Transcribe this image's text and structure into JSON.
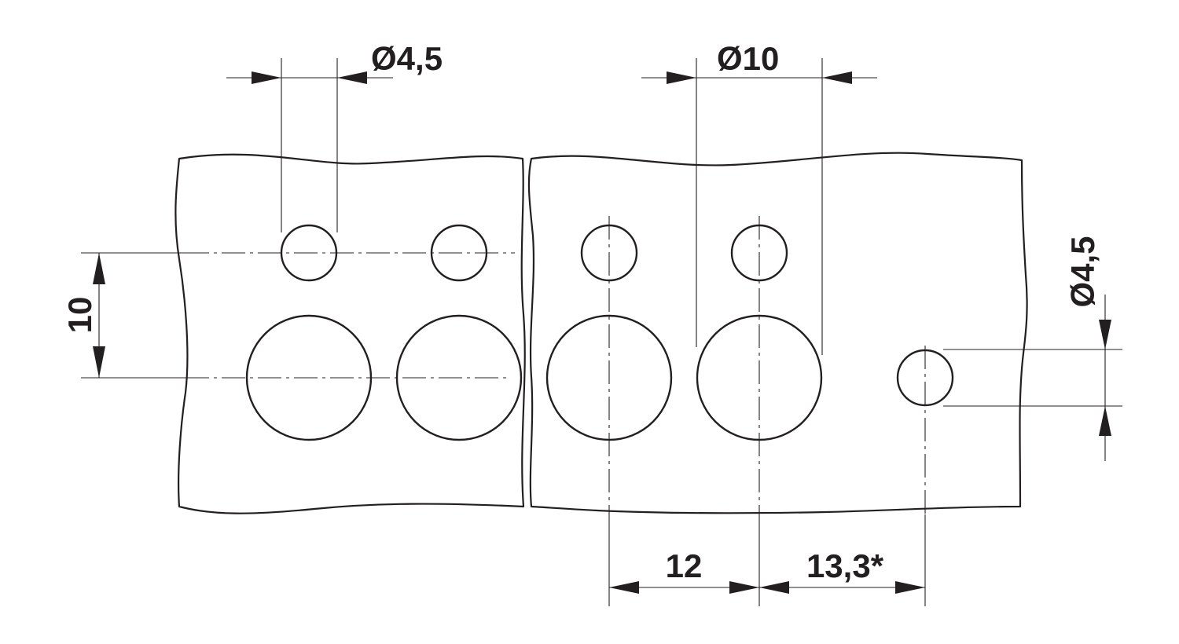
{
  "colors": {
    "line": "#231f20",
    "background": "#ffffff"
  },
  "dimensions": {
    "small_hole_diameter_top": "Ø4,5",
    "large_hole_diameter": "Ø10",
    "small_hole_diameter_right": "Ø4,5",
    "row_spacing": "10",
    "column_pitch": "12",
    "edge_offset": "13,3*"
  }
}
